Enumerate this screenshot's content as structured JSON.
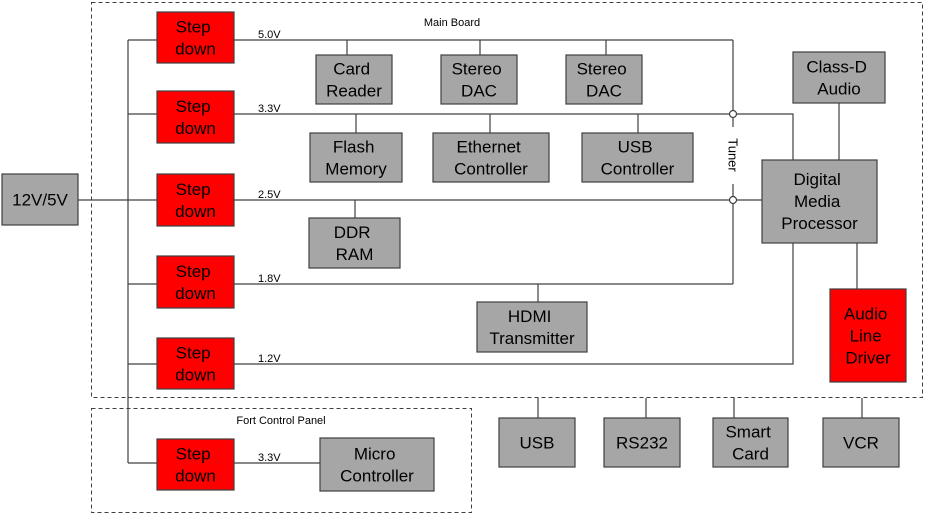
{
  "diagram": {
    "main_board_label": "Main Board",
    "fort_control_panel_label": "Fort Control Panel",
    "tuner_label": "Tuner"
  },
  "power_input": "12V/5V",
  "regulators": [
    {
      "label": [
        "Step",
        "down"
      ],
      "rail": "5.0V"
    },
    {
      "label": [
        "Step",
        "down"
      ],
      "rail": "3.3V"
    },
    {
      "label": [
        "Step",
        "down"
      ],
      "rail": "2.5V"
    },
    {
      "label": [
        "Step",
        "down"
      ],
      "rail": "1.8V"
    },
    {
      "label": [
        "Step",
        "down"
      ],
      "rail": "1.2V"
    },
    {
      "label": [
        "Step",
        "down"
      ],
      "rail": "3.3V"
    }
  ],
  "main_board_blocks": {
    "card_reader": [
      "Card",
      "Reader"
    ],
    "stereo_dac_1": [
      "Stereo",
      "DAC"
    ],
    "stereo_dac_2": [
      "Stereo",
      "DAC"
    ],
    "class_d_audio": [
      "Class-D",
      "Audio"
    ],
    "flash_memory": [
      "Flash",
      "Memory"
    ],
    "ethernet_controller": [
      "Ethernet",
      "Controller"
    ],
    "usb_controller": [
      "USB",
      "Controller"
    ],
    "digital_media_processor": [
      "Digital",
      "Media",
      "Processor"
    ],
    "ddr_ram": [
      "DDR",
      "RAM"
    ],
    "hdmi_transmitter": [
      "HDMI",
      "Transmitter"
    ],
    "audio_line_driver": [
      "Audio",
      "Line",
      "Driver"
    ]
  },
  "external_ports": {
    "usb": "USB",
    "rs232": "RS232",
    "smart_card": [
      "Smart",
      "Card"
    ],
    "vcr": "VCR"
  },
  "fort_control_panel_blocks": {
    "micro_controller": [
      "Micro",
      "Controller"
    ]
  },
  "colors": {
    "regulator": "#ff0000",
    "block": "#a6a6a6",
    "audio_line_driver": "#ff0000",
    "line": "#404040"
  }
}
